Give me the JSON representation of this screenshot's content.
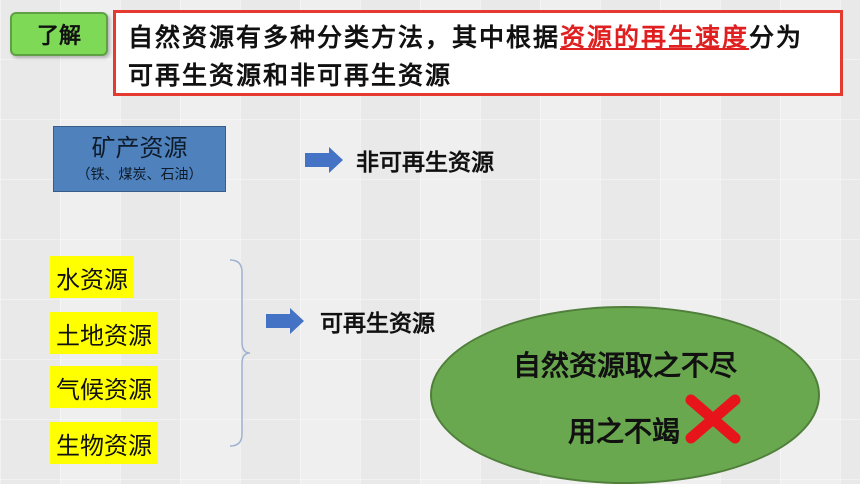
{
  "badge": {
    "label": "了解"
  },
  "intro": {
    "text_before": "自然资源有多种分类方法，其中根据",
    "highlight": "资源的再生速度",
    "text_after": "分为可再生资源和非可再生资源"
  },
  "mineral": {
    "title": "矿产资源",
    "subtitle": "（铁、煤炭、石油）",
    "category": "非可再生资源"
  },
  "renewable": {
    "items": [
      "水资源",
      "土地资源",
      "气候资源",
      "生物资源"
    ],
    "category": "可再生资源"
  },
  "misconception": {
    "line1": "自然资源取之不尽",
    "line2": "用之不竭"
  },
  "colors": {
    "badge": "#7ed957",
    "intro_border": "#e53a2f",
    "highlight": "#e02020",
    "mineral_box": "#4f81bd",
    "arrow": "#4472c4",
    "yellow": "#ffff00",
    "ellipse": "#6aa84f",
    "cross": "#e8141b"
  },
  "icons": {
    "arrow": "right-arrow-icon",
    "cross": "red-cross-icon",
    "bracket": "brace-icon"
  }
}
